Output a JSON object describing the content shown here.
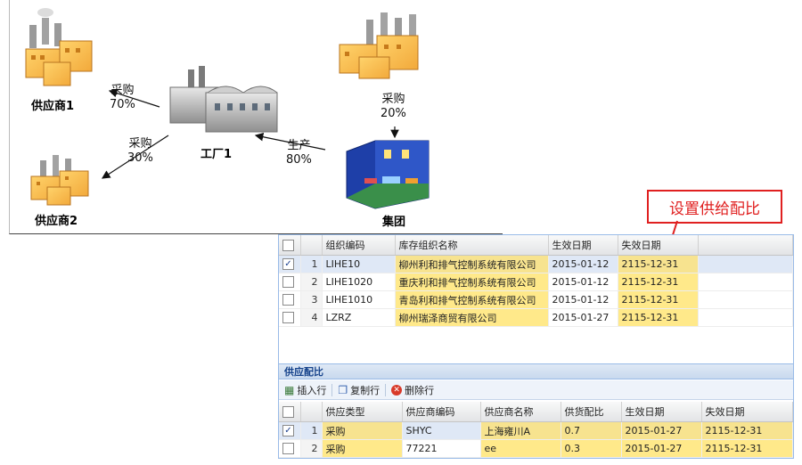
{
  "diagram": {
    "nodes": {
      "supplier1": "供应商1",
      "supplier2": "供应商2",
      "factory": "工厂1",
      "group": "集团"
    },
    "edges": {
      "s1": {
        "type": "采购",
        "pct": "70%"
      },
      "s2": {
        "type": "采购",
        "pct": "30%"
      },
      "top": {
        "type": "采购",
        "pct": "20%"
      },
      "group": {
        "type": "生产",
        "pct": "80%"
      }
    }
  },
  "callout": "设置供给配比",
  "org_grid": {
    "columns": [
      "组织编码",
      "库存组织名称",
      "生效日期",
      "失效日期"
    ],
    "rows": [
      {
        "n": "1",
        "code": "LIHE10",
        "name": "柳州利和排气控制系统有限公司",
        "start": "2015-01-12",
        "end": "2115-12-31",
        "checked": "✓"
      },
      {
        "n": "2",
        "code": "LIHE1020",
        "name": "重庆利和排气控制系统有限公司",
        "start": "2015-01-12",
        "end": "2115-12-31",
        "checked": ""
      },
      {
        "n": "3",
        "code": "LIHE1010",
        "name": "青岛利和排气控制系统有限公司",
        "start": "2015-01-12",
        "end": "2115-12-31",
        "checked": ""
      },
      {
        "n": "4",
        "code": "LZRZ",
        "name": "柳州瑞泽商贸有限公司",
        "start": "2015-01-27",
        "end": "2115-12-31",
        "checked": ""
      }
    ]
  },
  "supply_section": {
    "title": "供应配比",
    "toolbar": {
      "insert": "插入行",
      "copy": "复制行",
      "delete": "删除行"
    },
    "columns": [
      "供应类型",
      "供应商编码",
      "供应商名称",
      "供货配比",
      "生效日期",
      "失效日期"
    ],
    "rows": [
      {
        "n": "1",
        "type": "采购",
        "code": "SHYC",
        "name": "上海雍川A",
        "ratio": "0.7",
        "start": "2015-01-27",
        "end": "2115-12-31",
        "checked": "✓"
      },
      {
        "n": "2",
        "type": "采购",
        "code": "77221",
        "name": "ee",
        "ratio": "0.3",
        "start": "2015-01-27",
        "end": "2115-12-31",
        "checked": ""
      }
    ]
  },
  "colors": {
    "accent": "#e02020",
    "highlight": "#ffe98a",
    "grid_border": "#99bbe8"
  }
}
